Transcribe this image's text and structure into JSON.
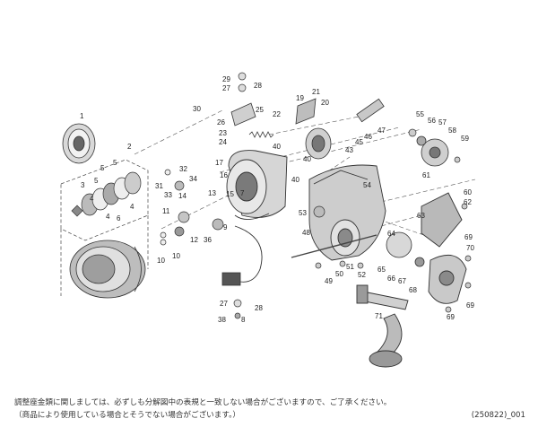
{
  "notes": {
    "line1": "調整座金類に関しましては、必ずしも分解図中の表規と一致しない場合がございますので、ご了承ください。",
    "line2": "（商品により使用している場合とそうでない場合がございます。）"
  },
  "code": "(250822)_001",
  "parts": [
    {
      "id": "p1",
      "label": "1"
    },
    {
      "id": "p2",
      "label": "2"
    },
    {
      "id": "p3",
      "label": "3"
    },
    {
      "id": "p4a",
      "label": "4"
    },
    {
      "id": "p4b",
      "label": "4"
    },
    {
      "id": "p4c",
      "label": "4"
    },
    {
      "id": "p5a",
      "label": "5"
    },
    {
      "id": "p5b",
      "label": "5"
    },
    {
      "id": "p5c",
      "label": "5"
    },
    {
      "id": "p6",
      "label": "6"
    },
    {
      "id": "p7",
      "label": "7"
    },
    {
      "id": "p8",
      "label": "8"
    },
    {
      "id": "p9",
      "label": "9"
    },
    {
      "id": "p10a",
      "label": "10"
    },
    {
      "id": "p10b",
      "label": "10"
    },
    {
      "id": "p11",
      "label": "11"
    },
    {
      "id": "p12",
      "label": "12"
    },
    {
      "id": "p13",
      "label": "13"
    },
    {
      "id": "p14",
      "label": "14"
    },
    {
      "id": "p15",
      "label": "15"
    },
    {
      "id": "p16",
      "label": "16"
    },
    {
      "id": "p17",
      "label": "17"
    },
    {
      "id": "p19",
      "label": "19"
    },
    {
      "id": "p20",
      "label": "20"
    },
    {
      "id": "p21",
      "label": "21"
    },
    {
      "id": "p22",
      "label": "22"
    },
    {
      "id": "p23",
      "label": "23"
    },
    {
      "id": "p24",
      "label": "24"
    },
    {
      "id": "p25",
      "label": "25"
    },
    {
      "id": "p26",
      "label": "26"
    },
    {
      "id": "p27a",
      "label": "27"
    },
    {
      "id": "p27b",
      "label": "27"
    },
    {
      "id": "p28a",
      "label": "28"
    },
    {
      "id": "p28b",
      "label": "28"
    },
    {
      "id": "p29",
      "label": "29"
    },
    {
      "id": "p30",
      "label": "30"
    },
    {
      "id": "p31",
      "label": "31"
    },
    {
      "id": "p32",
      "label": "32"
    },
    {
      "id": "p33",
      "label": "33"
    },
    {
      "id": "p34",
      "label": "34"
    },
    {
      "id": "p36",
      "label": "36"
    },
    {
      "id": "p38",
      "label": "38"
    },
    {
      "id": "p40a",
      "label": "40"
    },
    {
      "id": "p40b",
      "label": "40"
    },
    {
      "id": "p40c",
      "label": "40"
    },
    {
      "id": "p43",
      "label": "43"
    },
    {
      "id": "p45",
      "label": "45"
    },
    {
      "id": "p46",
      "label": "46"
    },
    {
      "id": "p47",
      "label": "47"
    },
    {
      "id": "p48",
      "label": "48"
    },
    {
      "id": "p49",
      "label": "49"
    },
    {
      "id": "p50",
      "label": "50"
    },
    {
      "id": "p51",
      "label": "51"
    },
    {
      "id": "p52",
      "label": "52"
    },
    {
      "id": "p53",
      "label": "53"
    },
    {
      "id": "p54",
      "label": "54"
    },
    {
      "id": "p55",
      "label": "55"
    },
    {
      "id": "p56",
      "label": "56"
    },
    {
      "id": "p57",
      "label": "57"
    },
    {
      "id": "p58",
      "label": "58"
    },
    {
      "id": "p59",
      "label": "59"
    },
    {
      "id": "p60",
      "label": "60"
    },
    {
      "id": "p61",
      "label": "61"
    },
    {
      "id": "p62",
      "label": "62"
    },
    {
      "id": "p63",
      "label": "63"
    },
    {
      "id": "p64",
      "label": "64"
    },
    {
      "id": "p65",
      "label": "65"
    },
    {
      "id": "p66",
      "label": "66"
    },
    {
      "id": "p67",
      "label": "67"
    },
    {
      "id": "p68",
      "label": "68"
    },
    {
      "id": "p69a",
      "label": "69"
    },
    {
      "id": "p69b",
      "label": "69"
    },
    {
      "id": "p69c",
      "label": "69"
    },
    {
      "id": "p70",
      "label": "70"
    },
    {
      "id": "p71",
      "label": "71"
    }
  ]
}
